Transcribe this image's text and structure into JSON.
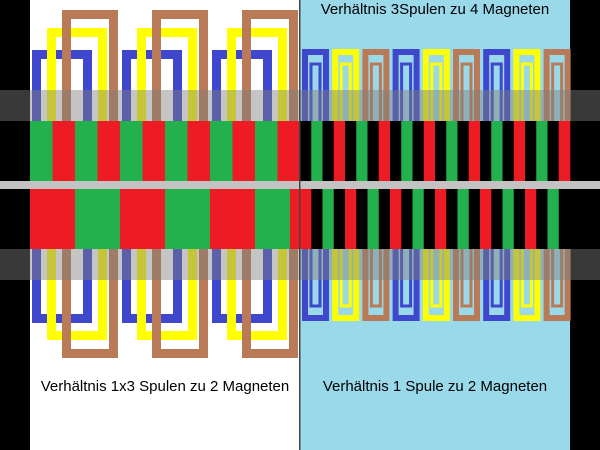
{
  "labels": {
    "top_right": "Verhältnis 3Spulen zu 4 Magneten",
    "bottom_left": "Verhältnis 1x3 Spulen zu 2 Magneten",
    "bottom_right": "Verhältnis 1 Spule zu 2 Magneten"
  },
  "colors": {
    "background": "#000000",
    "panel_left": "#ffffff",
    "panel_right": "#99d9ea",
    "coil_blue": "#3f48cc",
    "coil_yellow": "#ffff00",
    "coil_brown": "#b97a57",
    "magnet_green": "#22b14c",
    "magnet_red": "#ed1c24",
    "magnet_black": "#000000",
    "separator_gray": "#c3c3c3",
    "overlay_gray": "#7f7f7f"
  },
  "left_panel": {
    "coil_groups": 3,
    "coil_colors": [
      "coil_blue",
      "coil_yellow",
      "coil_brown"
    ],
    "upper_magnets": [
      "magnet_green",
      "magnet_red",
      "magnet_green",
      "magnet_red",
      "magnet_green",
      "magnet_red",
      "magnet_green",
      "magnet_red",
      "magnet_green",
      "magnet_red",
      "magnet_green",
      "magnet_red"
    ],
    "lower_magnets": [
      "magnet_red",
      "magnet_green",
      "magnet_red",
      "magnet_green",
      "magnet_red",
      "magnet_green"
    ]
  },
  "right_panel": {
    "coil_sequence": [
      "coil_blue",
      "coil_yellow",
      "coil_brown",
      "coil_blue",
      "coil_yellow",
      "coil_brown",
      "coil_blue",
      "coil_yellow",
      "coil_brown"
    ],
    "upper_magnet_cycle": [
      "magnet_black",
      "magnet_green",
      "magnet_black",
      "magnet_red"
    ],
    "lower_magnet_cycle": [
      "magnet_red",
      "magnet_black",
      "magnet_green",
      "magnet_black"
    ]
  }
}
